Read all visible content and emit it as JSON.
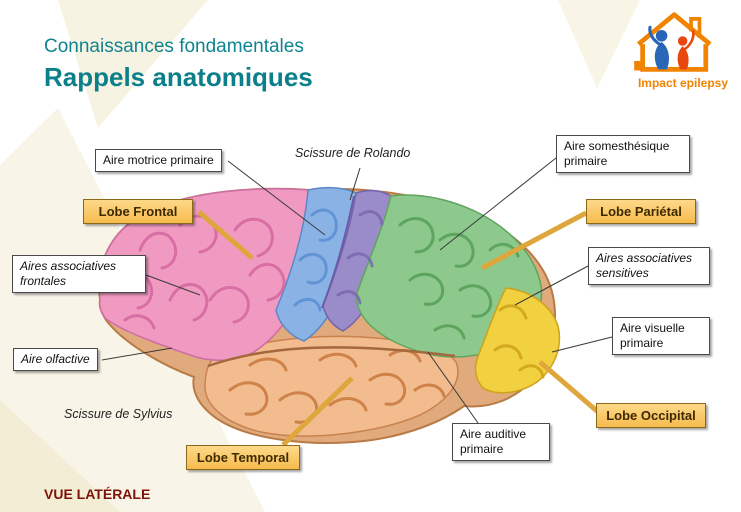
{
  "slide": {
    "title": "Connaissances fondamentales",
    "subtitle": "Rappels anatomiques",
    "view_label": "VUE LATÉRALE"
  },
  "logo": {
    "icon": "house-family-icon",
    "text": "Impact epilepsy"
  },
  "brain_labels": {
    "aire_motrice": "Aire motrice primaire",
    "scissure_rolando": "Scissure de Rolando",
    "aire_somesthesique": "Aire somesthésique primaire",
    "lobe_frontal": "Lobe Frontal",
    "lobe_parietal": "Lobe Pariétal",
    "aires_associatives_frontales": "Aires associatives frontales",
    "aires_associatives_sensitives": "Aires associatives sensitives",
    "aire_olfactive": "Aire olfactive",
    "aire_visuelle": "Aire visuelle primaire",
    "scissure_sylvius": "Scissure de Sylvius",
    "lobe_temporal": "Lobe Temporal",
    "aire_auditive": "Aire auditive primaire",
    "lobe_occipital": "Lobe Occipital"
  },
  "colors": {
    "title_teal": "#0f8490",
    "lobe_label_bg": "#f9c55e",
    "view_label_red": "#7b1408",
    "frontal_pink": "#f09ac2",
    "motor_blue": "#8ab2e4",
    "somatosensory_purple": "#9a8cc8",
    "parietal_green": "#8dc88d",
    "occipital_yellow": "#f1d140",
    "temporal_orange": "#f2bc8e",
    "logo_orange": "#f08300"
  }
}
